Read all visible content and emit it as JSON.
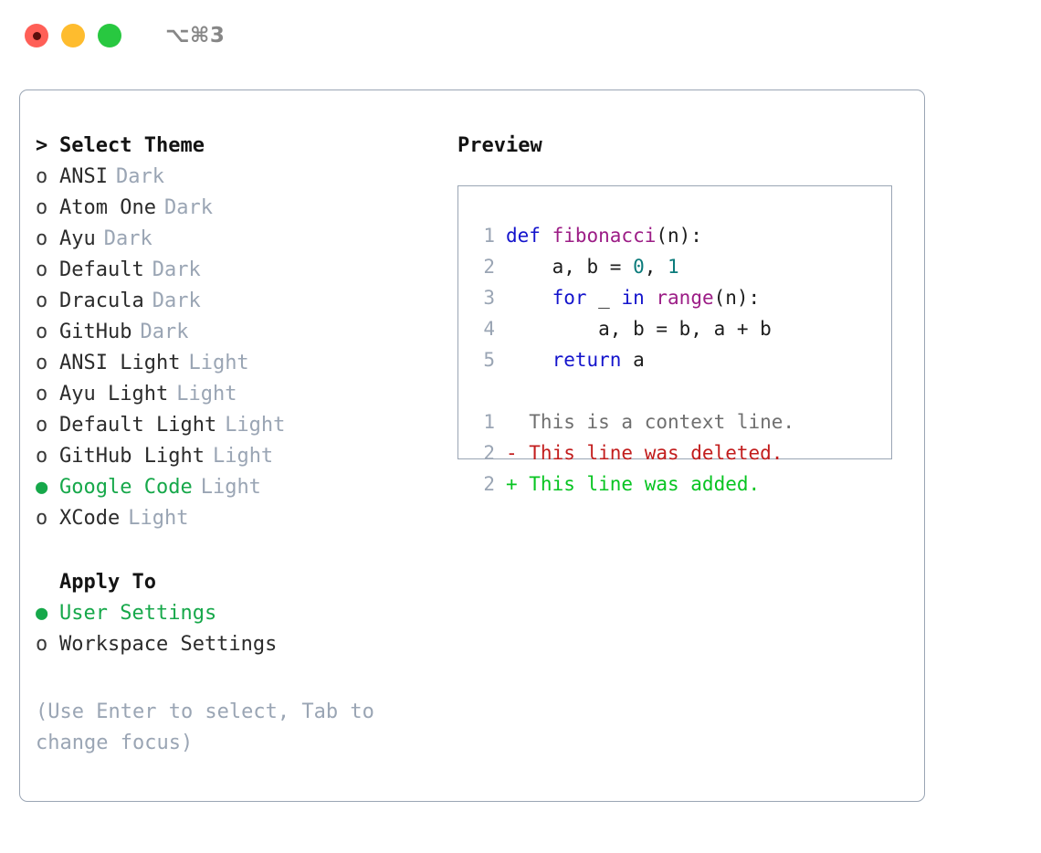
{
  "window": {
    "title": "⌥⌘3",
    "traffic_lights": [
      {
        "name": "close",
        "color": "#ff5f57"
      },
      {
        "name": "minimize",
        "color": "#febc2e"
      },
      {
        "name": "maximize",
        "color": "#28c840"
      }
    ]
  },
  "theme_panel": {
    "header_marker": ">",
    "header_label": "Select Theme",
    "items": [
      {
        "marker": "o",
        "label": "ANSI",
        "tag": "Dark",
        "selected": false
      },
      {
        "marker": "o",
        "label": "Atom One",
        "tag": "Dark",
        "selected": false
      },
      {
        "marker": "o",
        "label": "Ayu",
        "tag": "Dark",
        "selected": false
      },
      {
        "marker": "o",
        "label": "Default",
        "tag": "Dark",
        "selected": false
      },
      {
        "marker": "o",
        "label": "Dracula",
        "tag": "Dark",
        "selected": false
      },
      {
        "marker": "o",
        "label": "GitHub",
        "tag": "Dark",
        "selected": false
      },
      {
        "marker": "o",
        "label": "ANSI Light",
        "tag": "Light",
        "selected": false
      },
      {
        "marker": "o",
        "label": "Ayu Light",
        "tag": "Light",
        "selected": false
      },
      {
        "marker": "o",
        "label": "Default Light",
        "tag": "Light",
        "selected": false
      },
      {
        "marker": "o",
        "label": "GitHub Light",
        "tag": "Light",
        "selected": false
      },
      {
        "marker": "●",
        "label": "Google Code",
        "tag": "Light",
        "selected": true
      },
      {
        "marker": "o",
        "label": "XCode",
        "tag": "Light",
        "selected": false
      }
    ]
  },
  "apply_to": {
    "heading": "Apply To",
    "options": [
      {
        "marker": "●",
        "label": "User Settings",
        "selected": true
      },
      {
        "marker": "o",
        "label": "Workspace Settings",
        "selected": false
      }
    ]
  },
  "hint": "(Use Enter to select, Tab to change focus)",
  "preview": {
    "heading": "Preview",
    "code_lines": [
      {
        "no": "1",
        "tokens": [
          {
            "t": "def ",
            "c": "kw"
          },
          {
            "t": "fibonacci",
            "c": "fn"
          },
          {
            "t": "(n):",
            "c": "plain"
          }
        ]
      },
      {
        "no": "2",
        "tokens": [
          {
            "t": "    a, b = ",
            "c": "plain"
          },
          {
            "t": "0",
            "c": "num"
          },
          {
            "t": ", ",
            "c": "plain"
          },
          {
            "t": "1",
            "c": "num"
          }
        ]
      },
      {
        "no": "3",
        "tokens": [
          {
            "t": "    for ",
            "c": "kw"
          },
          {
            "t": "_ ",
            "c": "plain"
          },
          {
            "t": "in ",
            "c": "kw"
          },
          {
            "t": "range",
            "c": "fn"
          },
          {
            "t": "(n):",
            "c": "plain"
          }
        ]
      },
      {
        "no": "4",
        "tokens": [
          {
            "t": "        a, b = b, a + b",
            "c": "plain"
          }
        ]
      },
      {
        "no": "5",
        "tokens": [
          {
            "t": "    return ",
            "c": "kw"
          },
          {
            "t": "a",
            "c": "plain"
          }
        ]
      }
    ],
    "diff_lines": [
      {
        "no": "1",
        "text": "  This is a context line.",
        "kind": "ctx"
      },
      {
        "no": "2",
        "text": "- This line was deleted.",
        "kind": "del"
      },
      {
        "no": "2",
        "text": "+ This line was added.",
        "kind": "add"
      }
    ]
  },
  "colors": {
    "accent_green": "#16a84a",
    "muted": "#9aa5b4",
    "keyword": "#1414cc",
    "function": "#9c1d86",
    "number": "#0b7b7b",
    "diff_delete": "#c21d1d",
    "diff_add": "#07c421",
    "border": "#9aa5b4"
  }
}
